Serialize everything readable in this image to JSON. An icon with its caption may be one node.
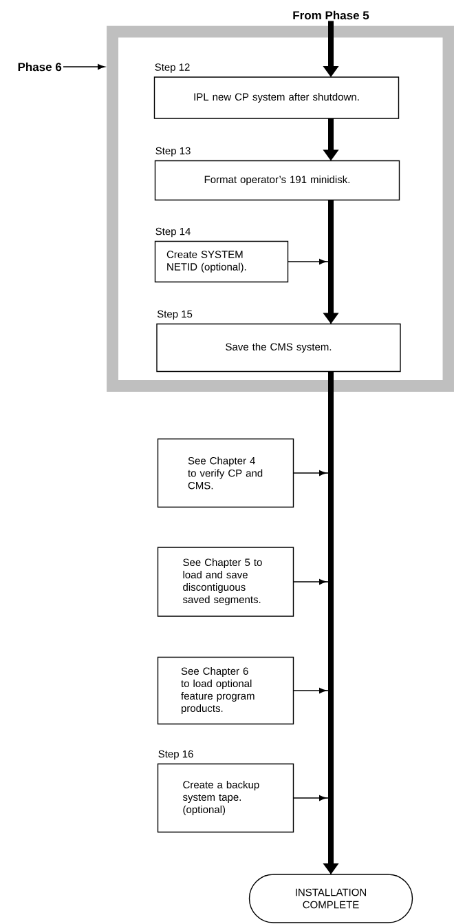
{
  "diagram": {
    "nodes": [
      {
        "text": [
          "From Phase 5"
        ]
      },
      {
        "text": [
          "Phase 6"
        ]
      },
      {
        "text": [],
        "shape": "box"
      },
      {
        "text": [
          "Step 12",
          "IPL new CP system after shutdown."
        ],
        "in": 2
      },
      {
        "text": [
          "Step 13",
          "Format operator’s 191 minidisk."
        ],
        "in": 2
      },
      {
        "text": [
          "Step 14",
          "Create SYSTEM NETID (optional)."
        ],
        "in": 2
      },
      {
        "text": [
          "Step 15",
          "Save the CMS system."
        ],
        "in": 2
      },
      {
        "text": [
          "See Chapter 4 to verify CP and CMS."
        ]
      },
      {
        "text": [
          "See Chapter 5 to load and save discontiguous saved segments."
        ]
      },
      {
        "text": [
          "See Chapter 6 to load optional feature program products."
        ]
      },
      {
        "text": [
          "Step 16",
          "Create a backup system tape. (optional)"
        ]
      },
      {
        "text": [
          "INSTALLATION COMPLETE"
        ]
      }
    ],
    "edges": [
      {
        "from": 0,
        "to": 3,
        "arrow": "to"
      },
      {
        "from": 1,
        "to": 2,
        "arrow": "to"
      },
      {
        "from": 3,
        "to": 4,
        "arrow": "to"
      },
      {
        "from": 4,
        "to": 6,
        "arrow": "to"
      },
      {
        "from": 5,
        "to": 6,
        "arrow": "to"
      },
      {
        "from": 6,
        "to": 11,
        "arrow": "to"
      },
      {
        "from": 7,
        "to": 11,
        "arrow": "to"
      },
      {
        "from": 8,
        "to": 11,
        "arrow": "to"
      },
      {
        "from": 9,
        "to": 11,
        "arrow": "to"
      },
      {
        "from": 10,
        "to": 11,
        "arrow": "to"
      }
    ]
  }
}
